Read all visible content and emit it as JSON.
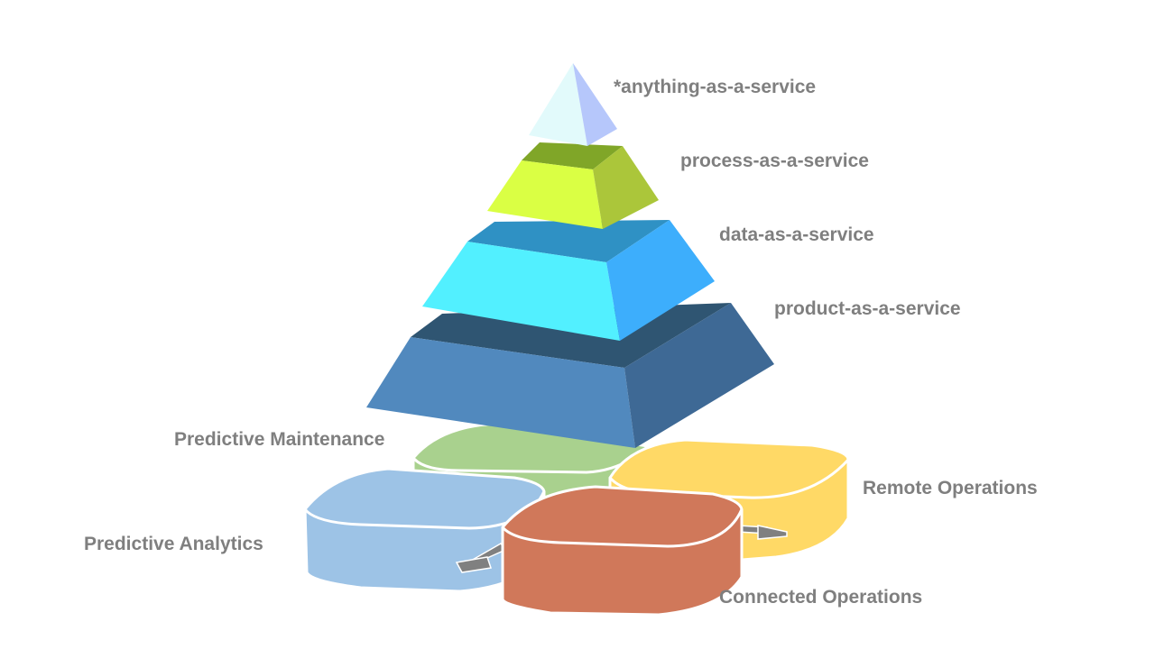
{
  "pyramid_tiers": [
    {
      "label": "*anything-as-a-service",
      "colors": {
        "front": "#e2fafb",
        "side": "#b6c7fb"
      }
    },
    {
      "label": "process-as-a-service",
      "colors": {
        "top": "#80a628",
        "front": "#daff44",
        "side": "#abc63a"
      }
    },
    {
      "label": "data-as-a-service",
      "colors": {
        "top": "#2f91c4",
        "front": "#52f0ff",
        "side": "#3daefc"
      }
    },
    {
      "label": "product-as-a-service",
      "colors": {
        "top": "#2f5572",
        "front": "#5189be",
        "side": "#3e6995"
      }
    }
  ],
  "service_blocks": [
    {
      "label": "Predictive Maintenance",
      "color": "#a9d18e"
    },
    {
      "label": "Remote Operations",
      "color": "#ffd966"
    },
    {
      "label": "Predictive Analytics",
      "color": "#9dc3e6"
    },
    {
      "label": "Connected Operations",
      "color": "#d0785a"
    }
  ],
  "colors": {
    "label_text": "#7f7f7f",
    "block_outline": "#ffffff",
    "arrow": "#808080"
  }
}
